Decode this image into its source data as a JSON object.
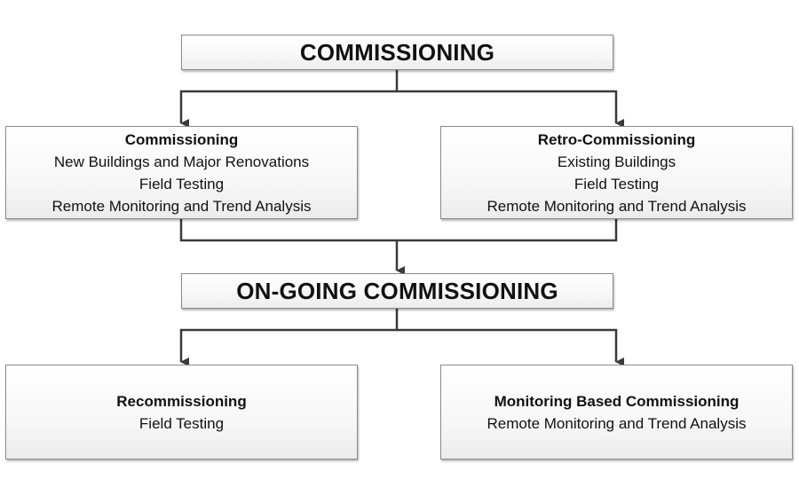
{
  "top": {
    "label": "COMMISSIONING"
  },
  "left_branch": {
    "title": "Commissioning",
    "lines": [
      "New Buildings and Major Renovations",
      "Field Testing",
      "Remote Monitoring and Trend Analysis"
    ]
  },
  "right_branch": {
    "title": "Retro-Commissioning",
    "lines": [
      "Existing Buildings",
      "Field Testing",
      "Remote Monitoring and Trend Analysis"
    ]
  },
  "middle": {
    "label": "ON-GOING COMMISSIONING"
  },
  "bottom_left": {
    "title": "Recommissioning",
    "lines": [
      "Field Testing"
    ]
  },
  "bottom_right": {
    "title": "Monitoring Based Commissioning",
    "lines": [
      "Remote Monitoring and Trend Analysis"
    ]
  },
  "colors": {
    "connector": "#3a3a3a",
    "box_border": "#8a8a8a"
  }
}
